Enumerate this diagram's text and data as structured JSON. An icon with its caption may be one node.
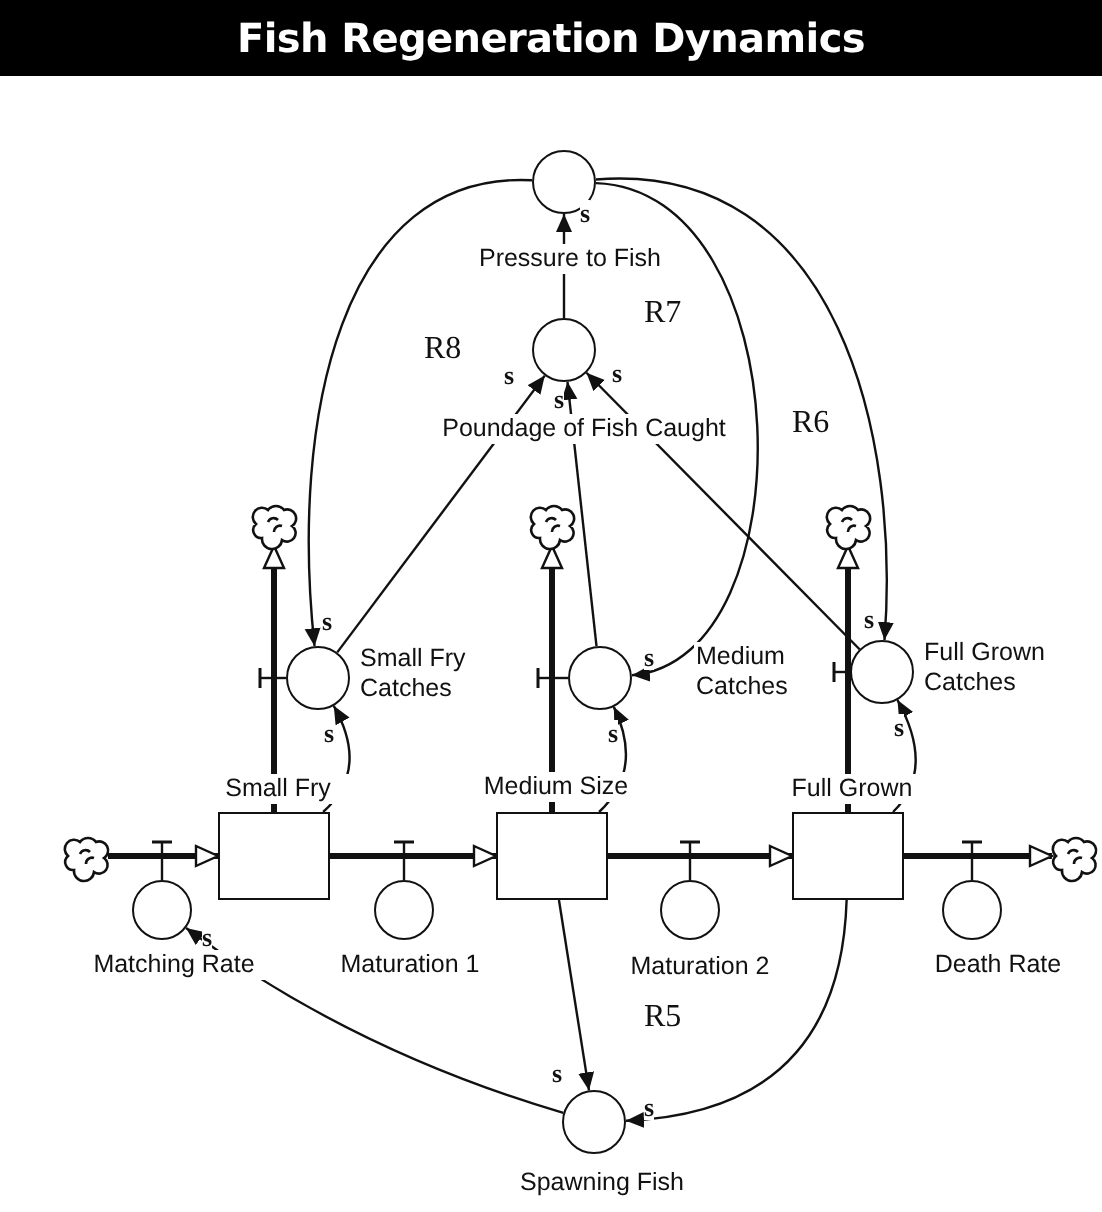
{
  "diagram": {
    "title": "Fish Regeneration Dynamics",
    "nodes": [
      {
        "text": [
          "Pressure to Fish"
        ]
      },
      {
        "text": [
          "Poundage of Fish Caught"
        ]
      },
      {
        "text": [],
        "shape": "cloud"
      },
      {
        "text": [],
        "shape": "cloud"
      },
      {
        "text": [],
        "shape": "cloud"
      },
      {
        "text": [
          "Small Fry Catches"
        ]
      },
      {
        "text": [
          "Medium Catches"
        ]
      },
      {
        "text": [
          "Full Grown Catches"
        ]
      },
      {
        "text": [
          "Small Fry"
        ]
      },
      {
        "text": [
          "Medium Size"
        ]
      },
      {
        "text": [
          "Full Grown"
        ]
      },
      {
        "text": [],
        "shape": "cloud"
      },
      {
        "text": [],
        "shape": "cloud"
      },
      {
        "text": [
          "Matching Rate"
        ]
      },
      {
        "text": [
          "Maturation 1"
        ]
      },
      {
        "text": [
          "Maturation 2"
        ]
      },
      {
        "text": [
          "Death Rate"
        ]
      },
      {
        "text": [
          "Spawning Fish"
        ]
      }
    ],
    "edges": [
      {
        "from": 1,
        "to": 0,
        "arrow": "to",
        "label": "s"
      },
      {
        "from": 5,
        "to": 1,
        "arrow": "to",
        "label": "s"
      },
      {
        "from": 6,
        "to": 1,
        "arrow": "to",
        "label": "s"
      },
      {
        "from": 7,
        "to": 1,
        "arrow": "to",
        "label": "s"
      },
      {
        "from": 0,
        "to": 5,
        "arrow": "to",
        "label": "s"
      },
      {
        "from": 0,
        "to": 6,
        "arrow": "to",
        "label": "s"
      },
      {
        "from": 0,
        "to": 7,
        "arrow": "to",
        "label": "s"
      },
      {
        "from": 8,
        "to": 5,
        "arrow": "to",
        "label": "s"
      },
      {
        "from": 9,
        "to": 6,
        "arrow": "to",
        "label": "s"
      },
      {
        "from": 10,
        "to": 7,
        "arrow": "to",
        "label": "s"
      },
      {
        "from": 9,
        "to": 17,
        "arrow": "to",
        "label": "s"
      },
      {
        "from": 10,
        "to": 17,
        "arrow": "to",
        "label": "s"
      },
      {
        "from": 17,
        "to": 13,
        "arrow": "to",
        "label": "s"
      },
      {
        "from": 11,
        "to": 8,
        "arrow": "to",
        "style": "thick"
      },
      {
        "from": 8,
        "to": 9,
        "arrow": "to",
        "style": "thick"
      },
      {
        "from": 9,
        "to": 10,
        "arrow": "to",
        "style": "thick"
      },
      {
        "from": 10,
        "to": 12,
        "arrow": "to",
        "style": "thick"
      },
      {
        "from": 8,
        "to": 2,
        "arrow": "to",
        "style": "thick"
      },
      {
        "from": 9,
        "to": 3,
        "arrow": "to",
        "style": "thick"
      },
      {
        "from": 10,
        "to": 4,
        "arrow": "to",
        "style": "thick"
      }
    ],
    "labels": [
      "R8",
      "R7",
      "R6",
      "R5"
    ]
  }
}
